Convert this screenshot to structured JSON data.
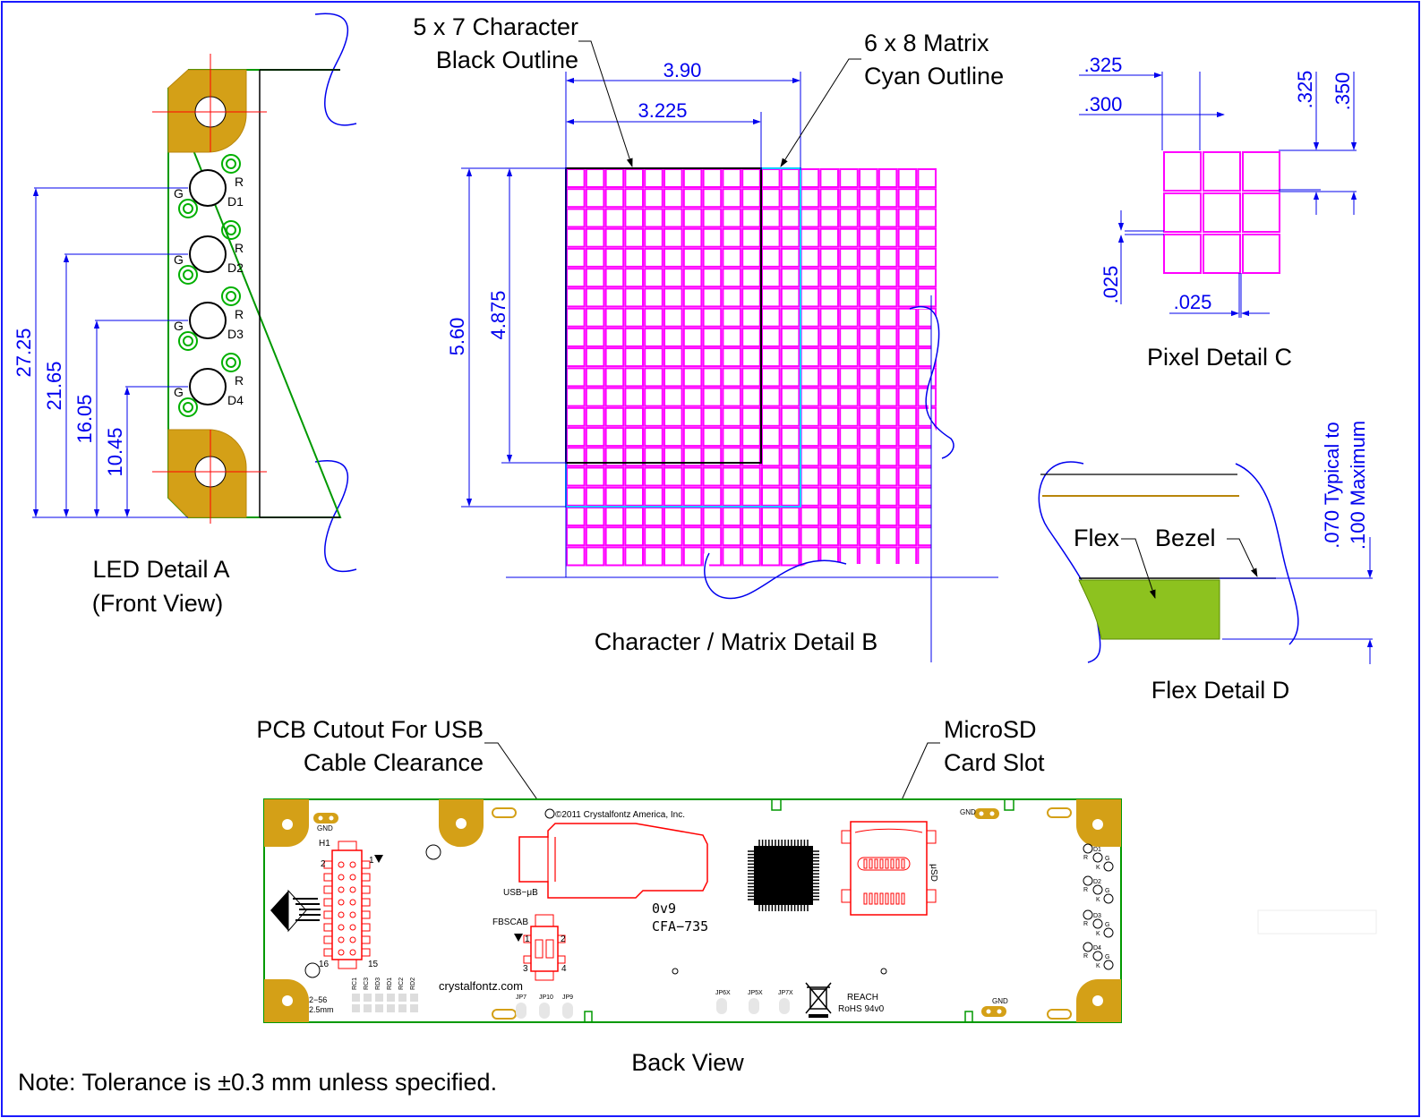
{
  "colors": {
    "frame": "#1a1aff",
    "dim": "#0000ee",
    "text": "#000000",
    "magenta": "#ff00ff",
    "cyan": "#00ccff",
    "gold": "#d4a017",
    "pcb_edge": "#009900",
    "red": "#ff0000",
    "led_ring": "#00b000",
    "flex_green": "#8dc21f"
  },
  "detail_a": {
    "title_line1": "LED Detail A",
    "title_line2": "(Front View)",
    "dims": [
      "27.25",
      "21.65",
      "16.05",
      "10.45"
    ],
    "leds": [
      {
        "label": "D1",
        "r": "R",
        "g": "G"
      },
      {
        "label": "D2",
        "r": "R",
        "g": "G"
      },
      {
        "label": "D3",
        "r": "R",
        "g": "G"
      },
      {
        "label": "D4",
        "r": "R",
        "g": "G"
      }
    ]
  },
  "detail_b": {
    "title": "Character / Matrix Detail B",
    "callout_black_1": "5 x 7 Character",
    "callout_black_2": "Black Outline",
    "callout_cyan_1": "6 x 8 Matrix",
    "callout_cyan_2": "Cyan Outline",
    "dim_width_outer": "3.90",
    "dim_width_inner": "3.225",
    "dim_height_outer": "5.60",
    "dim_height_inner": "4.875"
  },
  "detail_c": {
    "title": "Pixel Detail C",
    "dim_h_pitch": ".325",
    "dim_h_size": ".300",
    "dim_v_pitch": ".325",
    "dim_v_size": ".350",
    "dim_gap_v": ".025",
    "dim_gap_h": ".025"
  },
  "detail_d": {
    "title": "Flex Detail D",
    "label_flex": "Flex",
    "label_bezel": "Bezel",
    "dim_line1": ".070 Typical to",
    "dim_line2": ".100 Maximum"
  },
  "back_view": {
    "title": "Back View",
    "callout_usb_1": "PCB Cutout For USB",
    "callout_usb_2": "Cable Clearance",
    "callout_sd_1": "MicroSD",
    "callout_sd_2": "Card Slot",
    "copyright": "©2011 Crystalfontz America, Inc.",
    "usb_label": "USB−μB",
    "rev": "0v9",
    "model": "CFA−735",
    "fbscab": "FBSCAB",
    "website": "crystalfontz.com",
    "gnd": "GND",
    "reach": "REACH",
    "rohs": "RoHS 94v0",
    "usd": "μSD",
    "h1": "H1",
    "pin1": "1",
    "pin2": "2",
    "pin15": "15",
    "pin16": "16",
    "f_pin1": "1",
    "f_pin2": "2",
    "f_pin3": "3",
    "f_pin4": "4",
    "screw1": "2−56",
    "screw2": "2.5mm",
    "jp_left": [
      "JP7",
      "JP10",
      "JP9"
    ],
    "jp_mid": [
      "JP6X",
      "JP5X",
      "JP7X"
    ],
    "rc_labels": [
      "RC1",
      "RC3",
      "RD3",
      "RD1",
      "RC2",
      "RD2"
    ],
    "side_leds": [
      "D1",
      "D2",
      "D3",
      "D4"
    ],
    "led_r": "R",
    "led_g": "G",
    "led_k": "K"
  },
  "note": "Note: Tolerance is ±0.3 mm unless specified."
}
